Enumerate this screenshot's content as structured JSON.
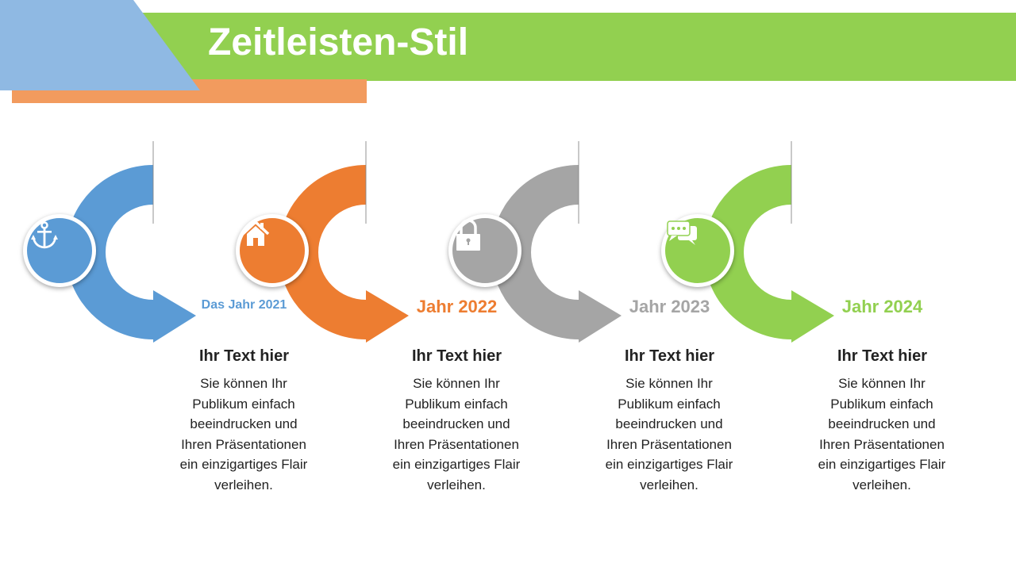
{
  "header": {
    "title": "Zeitleisten-Stil"
  },
  "items": [
    {
      "year": "Das Jahr 2021",
      "heading": "Ihr Text hier",
      "body": "Sie können Ihr Publikum einfach beeindrucken und Ihren Präsentationen ein einzigartiges Flair verleihen.",
      "color": "#5b9bd5",
      "icon": "anchor-icon"
    },
    {
      "year": "Jahr 2022",
      "heading": "Ihr Text hier",
      "body": "Sie können Ihr Publikum einfach beeindrucken und Ihren Präsentationen ein einzigartiges Flair verleihen.",
      "color": "#ed7d31",
      "icon": "home-icon"
    },
    {
      "year": "Jahr 2023",
      "heading": "Ihr Text hier",
      "body": "Sie können Ihr Publikum einfach beeindrucken und Ihren Präsentationen ein einzigartiges Flair verleihen.",
      "color": "#a5a5a5",
      "icon": "lock-icon"
    },
    {
      "year": "Jahr 2024",
      "heading": "Ihr Text hier",
      "body": "Sie können Ihr Publikum einfach beeindrucken und Ihren Präsentationen ein einzigartiges Flair verleihen.",
      "color": "#92d050",
      "icon": "chat-icon"
    }
  ]
}
